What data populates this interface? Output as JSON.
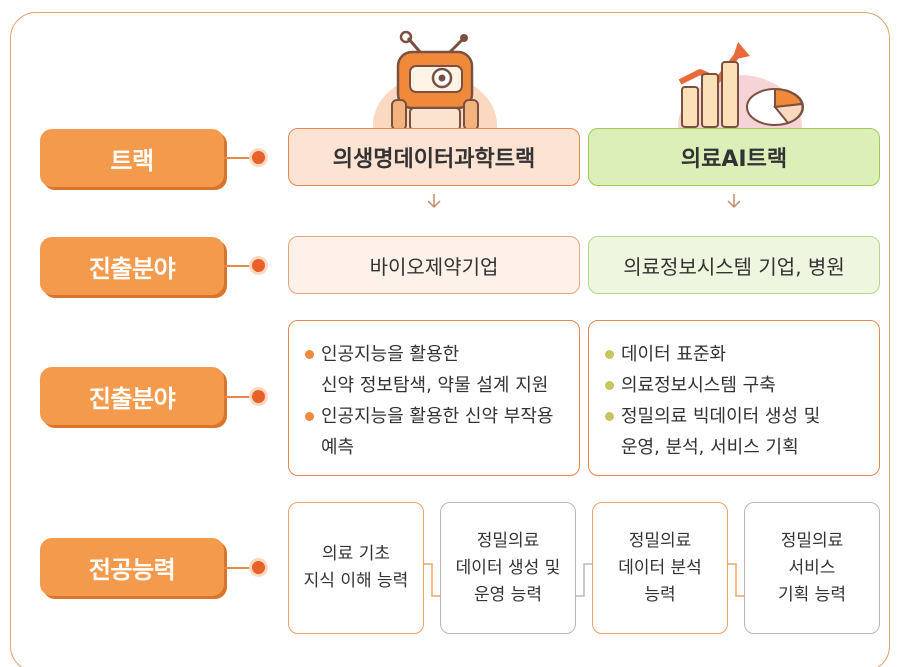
{
  "rows": [
    {
      "label": "트랙"
    },
    {
      "label": "진출분야"
    },
    {
      "label": "진출분야"
    },
    {
      "label": "전공능력"
    }
  ],
  "tracks": {
    "left_title": "의생명데이터과학트랙",
    "right_title": "의료AI트랙"
  },
  "careers": {
    "left": "바이오제약기업",
    "right": "의료정보시스템 기업, 병원"
  },
  "duties": {
    "left": [
      {
        "lines": [
          "인공지능을 활용한",
          "신약 정보탐색, 약물 설계 지원"
        ]
      },
      {
        "lines": [
          "인공지능을 활용한 신약 부작용",
          "예측"
        ]
      }
    ],
    "right": [
      {
        "lines": [
          "데이터 표준화"
        ]
      },
      {
        "lines": [
          "의료정보시스템 구축"
        ]
      },
      {
        "lines": [
          "정밀의료 빅데이터 생성 및",
          "운영, 분석, 서비스 기획"
        ]
      }
    ]
  },
  "skills": [
    {
      "lines": [
        "의료 기초",
        "지식 이해 능력"
      ]
    },
    {
      "lines": [
        "정밀의료",
        "데이터 생성 및",
        "운영 능력"
      ]
    },
    {
      "lines": [
        "정밀의료",
        "데이터 분석",
        "능력"
      ]
    },
    {
      "lines": [
        "정밀의료",
        "서비스",
        "기획 능력"
      ]
    }
  ],
  "colors": {
    "accent_orange": "#f39a4c",
    "dot_orange": "#e8602a",
    "track_left_bg": "#fce3d4",
    "track_right_bg": "#dcefb8"
  },
  "icons": [
    "robot-illustration",
    "chart-illustration"
  ]
}
